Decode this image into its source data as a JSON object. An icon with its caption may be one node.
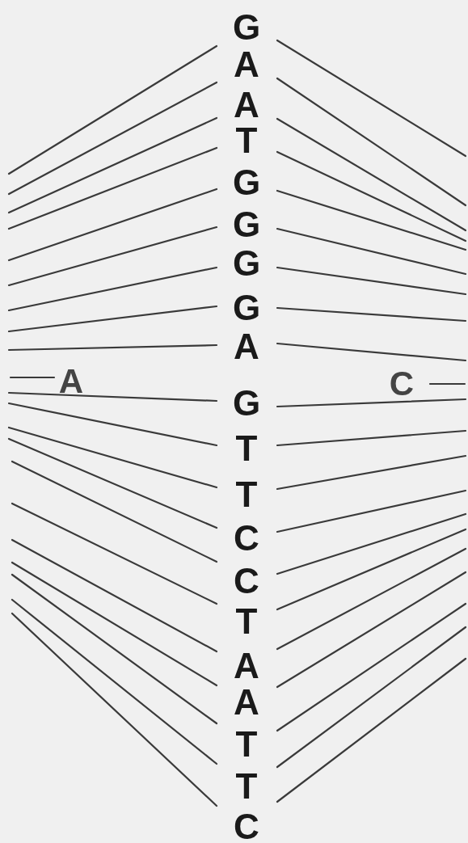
{
  "diagram": {
    "labels": [
      "G",
      "A",
      "A",
      "T",
      "G",
      "G",
      "G",
      "G",
      "A",
      "A",
      "C",
      "G",
      "T",
      "T",
      "C",
      "C",
      "T",
      "A",
      "A",
      "T",
      "T",
      "C"
    ]
  }
}
